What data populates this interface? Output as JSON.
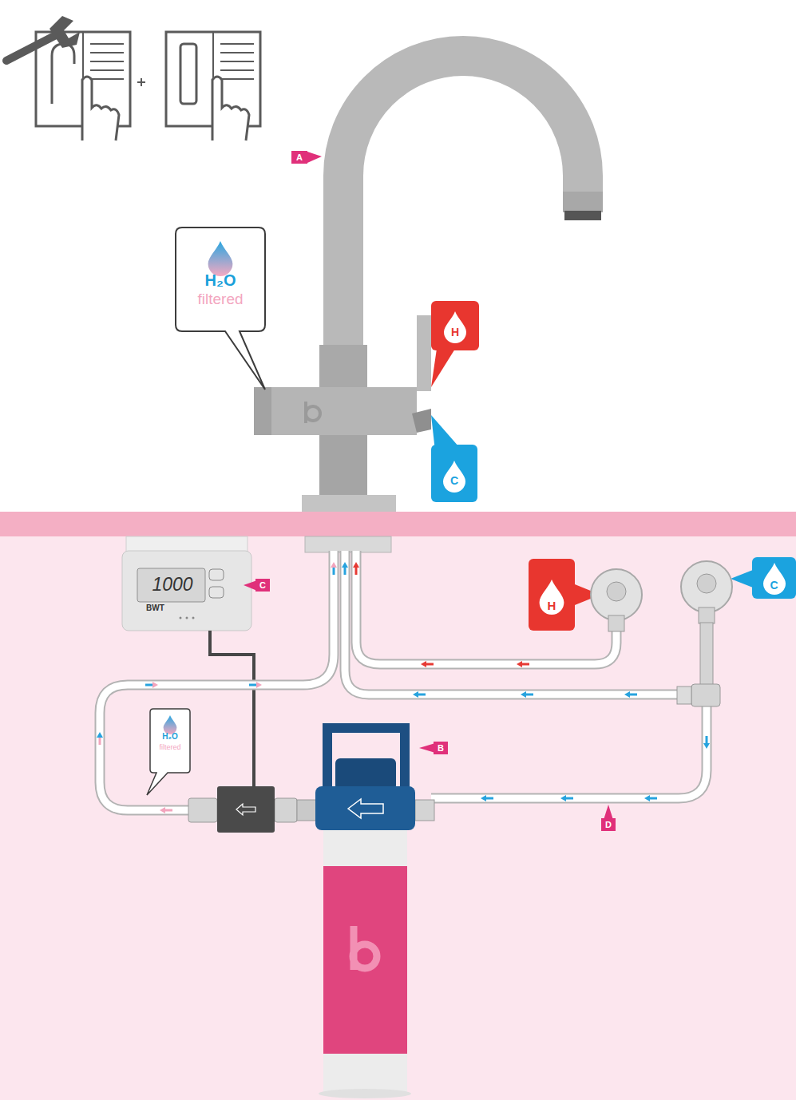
{
  "diagram": {
    "nodes": [
      {
        "text": [
          "H₂O",
          "filtered"
        ]
      },
      {
        "text": [
          "H"
        ]
      },
      {
        "text": [
          "C"
        ]
      },
      {
        "text": [
          "1000",
          "BWT"
        ]
      },
      {
        "text": [
          "H"
        ]
      },
      {
        "text": [
          "C"
        ]
      },
      {
        "text": [
          "H₂O",
          "filtered"
        ]
      }
    ],
    "labels": [
      "A",
      "C",
      "B",
      "D"
    ]
  }
}
